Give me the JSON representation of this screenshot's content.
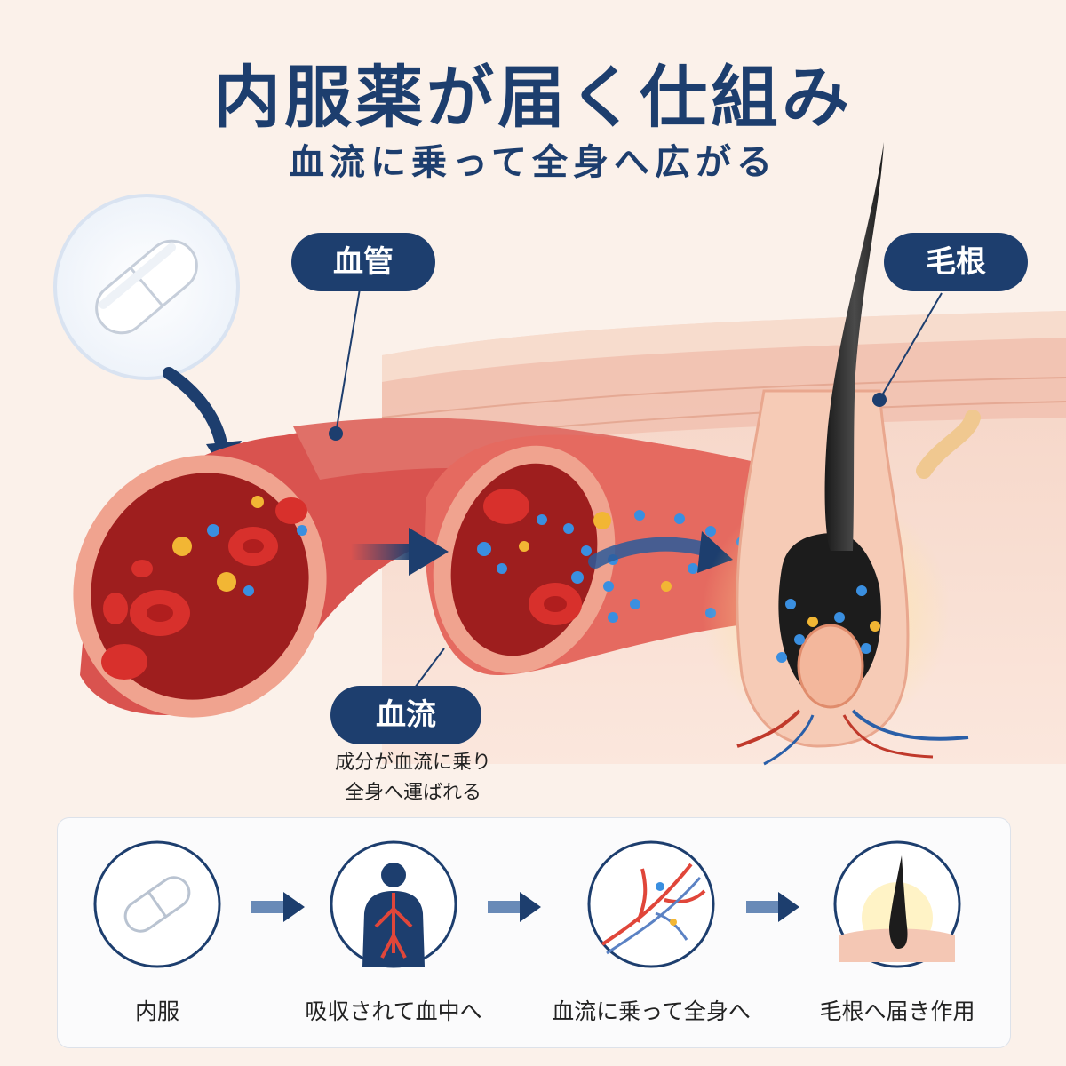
{
  "title": "内服薬が届く仕組み",
  "subtitle": "血流に乗って全身へ広がる",
  "labels": {
    "vessel": "血管",
    "follicle": "毛根",
    "bloodflow": "血流"
  },
  "caption": {
    "line1": "成分が血流に乗り",
    "line2": "全身へ運ばれる"
  },
  "steps": [
    {
      "label": "内服",
      "icon": "capsule-icon"
    },
    {
      "label": "吸収されて血中へ",
      "icon": "body-circulation-icon"
    },
    {
      "label": "血流に乗って全身へ",
      "icon": "blood-vessel-icon"
    },
    {
      "label": "毛根へ届き作用",
      "icon": "hair-root-icon"
    }
  ],
  "colors": {
    "navy": "#1d3e6e",
    "vessel": "#d9534f",
    "skin": "#f3c9b9",
    "particle_blue": "#3a8fe0",
    "particle_gold": "#f2b634"
  }
}
